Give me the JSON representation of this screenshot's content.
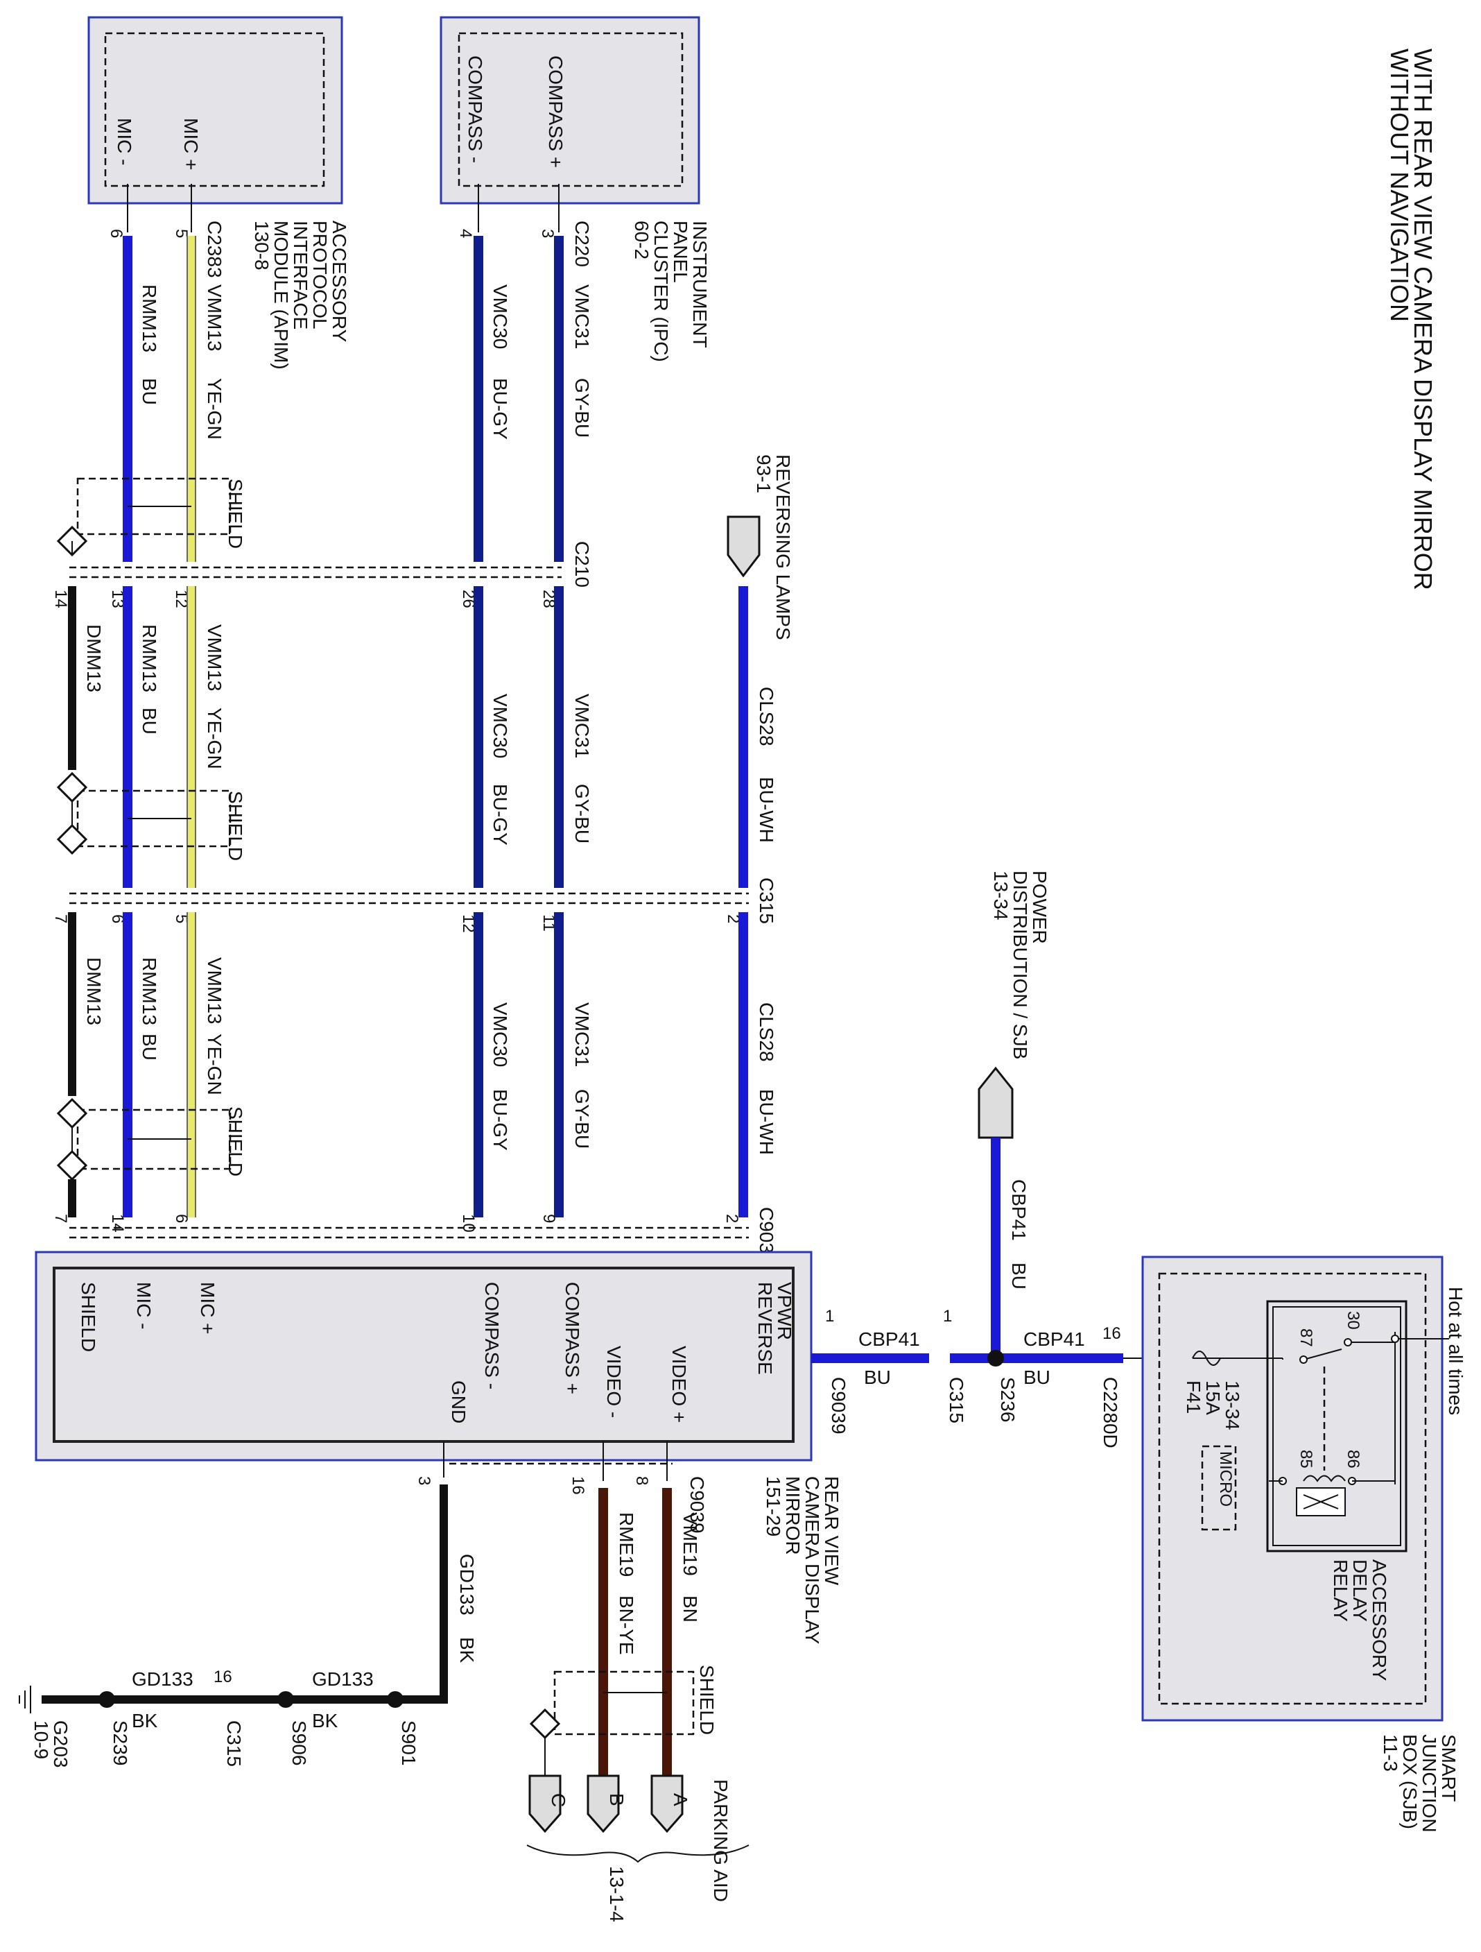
{
  "title": {
    "line1": "WITH REAR VIEW CAMERA DISPLAY MIRROR",
    "line2": "WITHOUT NAVIGATION"
  },
  "components": {
    "apim": {
      "pins": [
        "MIC +",
        "MIC -"
      ],
      "connector": "C2383",
      "name_lines": [
        "ACCESSORY",
        "PROTOCOL",
        "INTERFACE",
        "MODULE (APIM)",
        "130-8"
      ],
      "pin_numbers": [
        "5",
        "6"
      ]
    },
    "ipc": {
      "pins": [
        "COMPASS +",
        "COMPASS -"
      ],
      "connector": "C220",
      "name_lines": [
        "INSTRUMENT",
        "PANEL",
        "CLUSTER (IPC)",
        "60-2"
      ],
      "pin_numbers": [
        "3",
        "4"
      ]
    },
    "mirror": {
      "pins_top": [
        "SHIELD",
        "MIC -",
        "MIC +",
        "COMPASS -",
        "COMPASS +",
        "VPWR",
        "REVERSE"
      ],
      "pins_bottom": [
        "GND",
        "VIDEO -",
        "VIDEO +"
      ],
      "connector": "C9039",
      "name_lines": [
        "REAR VIEW",
        "CAMERA DISPLAY",
        "MIRROR",
        "151-29"
      ],
      "pin_numbers_top": [
        "7",
        "14",
        "6",
        "10",
        "9",
        "2"
      ],
      "pin_numbers_bottom": [
        "3",
        "16",
        "8"
      ]
    },
    "sjb": {
      "name_lines": [
        "SMART",
        "JUNCTION",
        "BOX (SJB)",
        "11-3"
      ],
      "hot_label": "Hot at all times",
      "fuse": [
        "F41",
        "15A",
        "13-34"
      ],
      "relay_name": [
        "ACCESSORY",
        "DELAY",
        "RELAY"
      ],
      "relay_pins": [
        "30",
        "87",
        "85",
        "86"
      ],
      "micro": "MICRO",
      "connector": "C2280D",
      "pin": "16"
    }
  },
  "refs": {
    "reversing_lamps": [
      "REVERSING LAMPS",
      "93-1"
    ],
    "power_dist": [
      "POWER",
      "DISTRIBUTION / SJB",
      "13-34"
    ],
    "parking_aid": "PARKING AID",
    "parking_aid_ref": "13-1-4",
    "parking_letters": [
      "A",
      "B",
      "C"
    ],
    "ground": [
      "G203",
      "10-9"
    ]
  },
  "connectors": {
    "c210": "C210",
    "c210_pins": [
      "28",
      "26",
      "12",
      "13",
      "14"
    ],
    "c315": "C315",
    "c315_pins": [
      "2",
      "11",
      "12",
      "5",
      "6",
      "7"
    ],
    "c9039": "C9039",
    "c9039_pins": [
      "2",
      "9",
      "10",
      "6",
      "14",
      "7"
    ],
    "shield": "SHIELD"
  },
  "wires": {
    "vmm13": [
      "VMM13",
      "YE-GN"
    ],
    "rmm13": [
      "RMM13",
      "BU"
    ],
    "dmm13": "DMM13",
    "vmc31": [
      "VMC31",
      "GY-BU"
    ],
    "vmc30": [
      "VMC30",
      "BU-GY"
    ],
    "cls28": [
      "CLS28",
      "BU-WH"
    ],
    "cbp41": [
      "CBP41",
      "BU"
    ],
    "gd133": [
      "GD133",
      "BK"
    ],
    "vme19": [
      "VME19",
      "BN"
    ],
    "rme19": [
      "RME19",
      "BN-YE"
    ]
  },
  "splices": {
    "s236": "S236",
    "s901": "S901",
    "s906": "S906",
    "s239": "S239",
    "c315_pin1": "1",
    "c9039_pin1": "1",
    "c315_gnd_pin": "16",
    "c315_gnd": "C315"
  },
  "colors": {
    "blue": "#1a1ad6",
    "navy": "#101e8c",
    "yellow_green": "#e8e86a",
    "brown": "#4a1608",
    "box_fill": "#e4e4e8",
    "box_border": "#2a38b8"
  }
}
